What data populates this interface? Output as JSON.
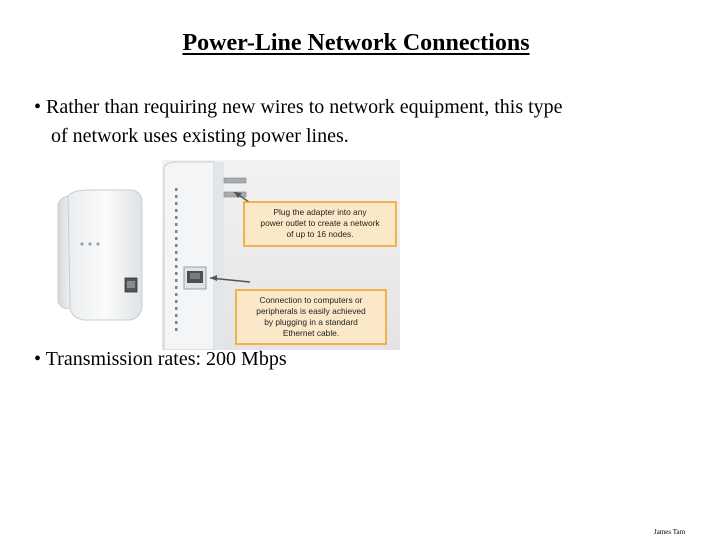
{
  "slide": {
    "title": "Power-Line Network Connections",
    "bullets": [
      {
        "marker": "•",
        "line1": "Rather than requiring new wires to network equipment, this type",
        "line2": "of network uses existing power lines."
      },
      {
        "marker": "•",
        "line1": "Transmission rates: 200 Mbps"
      }
    ],
    "figure": {
      "callout_top": [
        "Plug the adapter into any",
        "power outlet to create a network",
        "of up to 16 nodes."
      ],
      "callout_bottom": [
        "Connection to computers or",
        "peripherals is easily achieved",
        "by plugging in a standard",
        "Ethernet cable."
      ],
      "callout_color": "#f0a020"
    },
    "footer": "James Tam"
  }
}
